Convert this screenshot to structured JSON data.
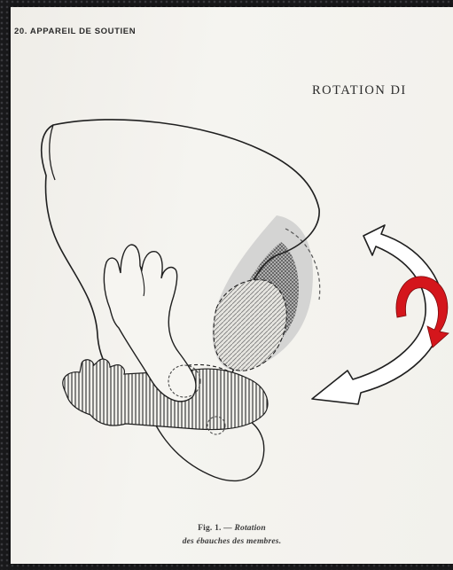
{
  "page": {
    "running_head": "20. APPAREIL DE SOUTIEN",
    "section_title": "ROTATION DI"
  },
  "figure": {
    "caption_line1_prefix": "Fig. 1. — ",
    "caption_line1_emph": "Rotation",
    "caption_line2": "des ébauches des membres."
  },
  "colors": {
    "paper": "#f2f1ec",
    "ink": "#1f1f1f",
    "arrow_red": "#d4161c",
    "hatch_grey": "#8a8a8a"
  }
}
